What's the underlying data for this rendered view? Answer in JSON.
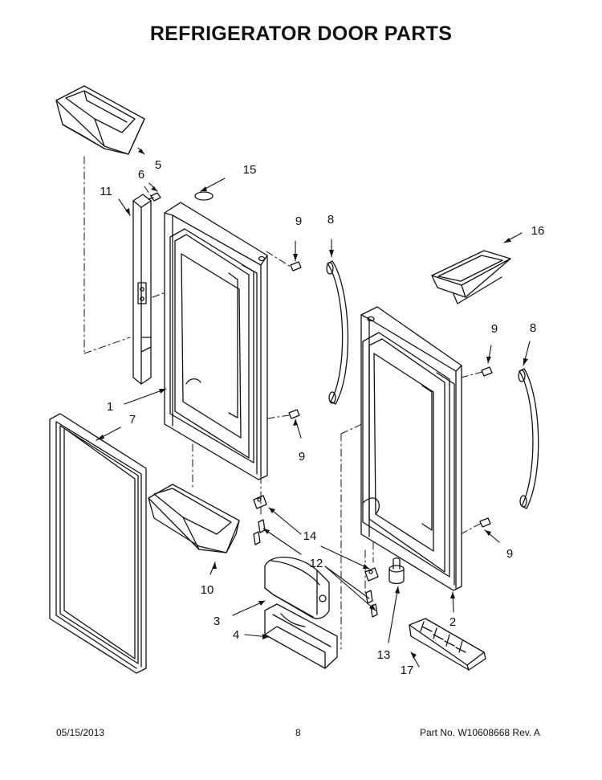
{
  "title": "REFRIGERATOR DOOR PARTS",
  "callouts": {
    "c1": "1",
    "c2": "2",
    "c3": "3",
    "c4": "4",
    "c5": "5",
    "c6": "6",
    "c7": "7",
    "c8": "8",
    "c9": "9",
    "c10": "10",
    "c11": "11",
    "c12": "12",
    "c13": "13",
    "c14": "14",
    "c15": "15",
    "c16": "16",
    "c17": "17"
  },
  "footer": {
    "date": "05/15/2013",
    "page": "8",
    "part_no": "Part No.  W10608668  Rev.  A"
  }
}
